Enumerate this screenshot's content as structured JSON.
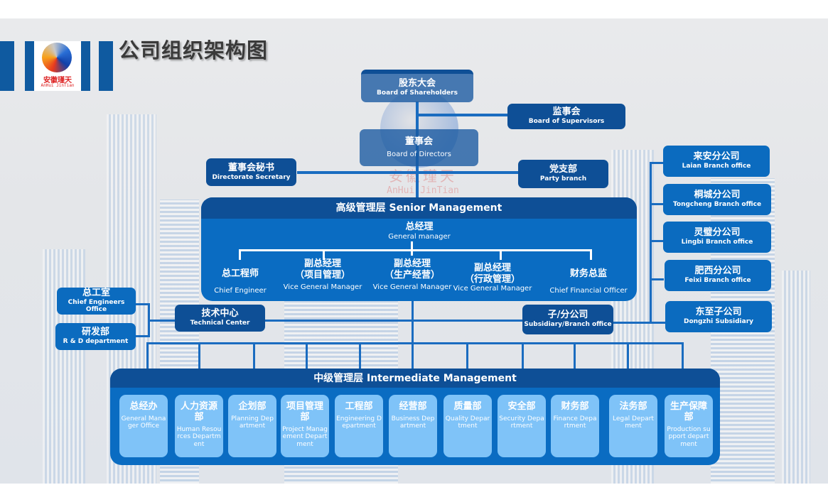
{
  "header": {
    "title": "公司组织架构图",
    "logo": {
      "cn": "安徽瑾天",
      "en": "AnHui JinTian",
      "icon": "company-logo-icon"
    }
  },
  "colors": {
    "dark_blue": "#0e4f96",
    "mid_blue": "#0b6bbf",
    "light_blue": "#7fc3f8",
    "line": "#1a6cc0",
    "title": "#3a3a3a"
  },
  "governance": {
    "shareholders": {
      "cn": "股东大会",
      "en": "Board of Shareholders"
    },
    "supervisors": {
      "cn": "监事会",
      "en": "Board of Supervisors"
    },
    "directors": {
      "cn": "董事会",
      "en": "Board of Directors"
    },
    "secretary": {
      "cn": "董事会秘书",
      "en": "Directorate Secretary"
    },
    "party": {
      "cn": "党支部",
      "en": "Party branch"
    }
  },
  "senior": {
    "header": "高级管理层 Senior Management",
    "gm": {
      "cn": "总经理",
      "en": "General manager"
    },
    "positions": [
      {
        "cn": "总工程师",
        "en": "Chief Engineer"
      },
      {
        "cn": "副总经理\n（项目管理）",
        "cn1": "副总经理",
        "cn2": "（项目管理）",
        "en": "Vice General Manager"
      },
      {
        "cn1": "副总经理",
        "cn2": "（生产经营）",
        "en": "Vice General Manager"
      },
      {
        "cn1": "副总经理",
        "cn2": "（行政管理）",
        "en": "Vice General Manager"
      },
      {
        "cn": "财务总监",
        "en": "Chief  Financial Officer"
      }
    ]
  },
  "tech": {
    "center": {
      "cn": "技术中心",
      "en": "Technical Center"
    },
    "chief_office": {
      "cn": "总工室",
      "en": "Chief Engineers Office"
    },
    "rnd": {
      "cn": "研发部",
      "en": "R & D department"
    }
  },
  "branches": {
    "hub": {
      "cn": "子/分公司",
      "en": "Subsidiary/Branch office"
    },
    "items": [
      {
        "cn": "来安分公司",
        "en": "Laian Branch office"
      },
      {
        "cn": "桐城分公司",
        "en": "Tongcheng Branch office"
      },
      {
        "cn": "灵璧分公司",
        "en": "Lingbi Branch office"
      },
      {
        "cn": "肥西分公司",
        "en": "Feixi Branch office"
      },
      {
        "cn": "东至子公司",
        "en": "Dongzhi Subsidiary"
      }
    ]
  },
  "intermediate": {
    "header": "中级管理层 Intermediate Management",
    "departments": [
      {
        "cn": "总经办",
        "en": "General Manager Office"
      },
      {
        "cn": "人力资源部",
        "en": "Human Resources Department"
      },
      {
        "cn": "企划部",
        "en": "Planning Department"
      },
      {
        "cn": "项目管理部",
        "en": "Project Management Department"
      },
      {
        "cn": "工程部",
        "en": "Engineering Department"
      },
      {
        "cn": "经营部",
        "en": "Business Department"
      },
      {
        "cn": "质量部",
        "en": "Quality Department"
      },
      {
        "cn": "安全部",
        "en": "Security Department"
      },
      {
        "cn": "财务部",
        "en": "Finance Department"
      },
      {
        "cn": "法务部",
        "en": "Legal Department"
      },
      {
        "cn": "生产保障部",
        "en": "Production support department"
      }
    ]
  }
}
